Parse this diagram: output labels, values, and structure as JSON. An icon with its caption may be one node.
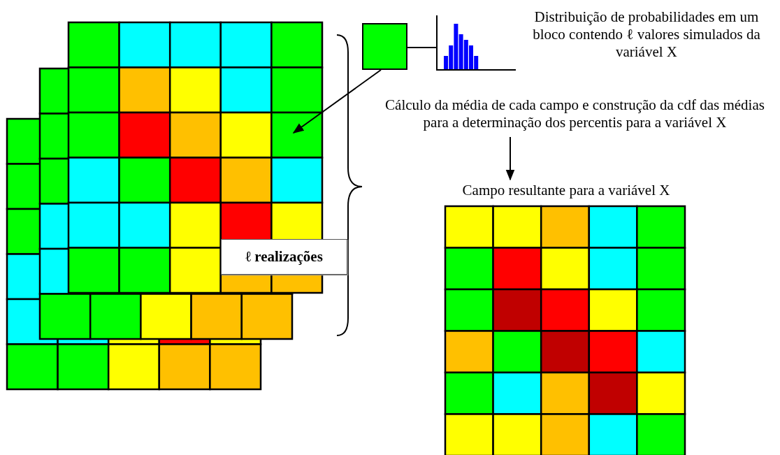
{
  "diagram": {
    "nodes": [
      {
        "text": [],
        "shape": "picture"
      },
      {
        "text": [],
        "shape": "box"
      },
      {
        "text": [],
        "shape": "picture"
      },
      {
        "text": [
          "Cálculo da média de cada campo e construção da cdf das médias para a determinação dos percentis para a variável X"
        ]
      },
      {
        "text": [
          "Campo resultante para a variável X"
        ]
      },
      {
        "text": [
          "ℓ realizações"
        ]
      }
    ],
    "edges": [
      {
        "from": 1,
        "to": 2,
        "arrow": "none"
      },
      {
        "from": 1,
        "to": 0,
        "arrow": "to"
      },
      {
        "from": 3,
        "to": 4,
        "arrow": "to"
      }
    ],
    "labels": [
      "Distribuição de probabilidades em um bloco contendo ℓ valores simulados da variável X"
    ]
  }
}
